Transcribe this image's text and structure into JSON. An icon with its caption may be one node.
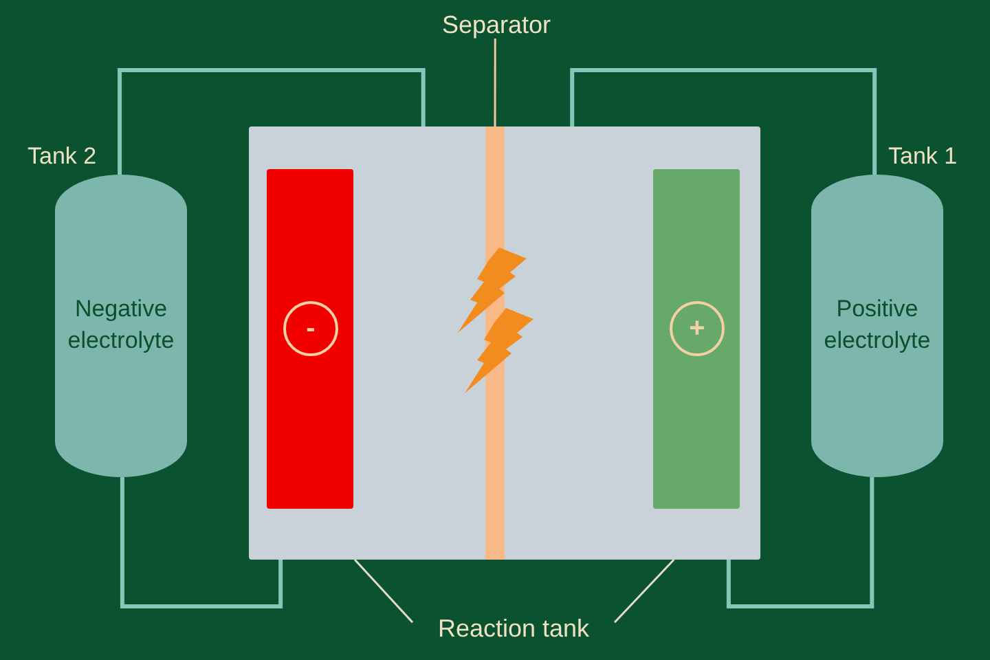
{
  "diagram": {
    "nodes": [
      {
        "text": [
          "Separator"
        ]
      },
      {
        "text": [
          "Negative electrolyte"
        ],
        "beside": [
          "Tank 2"
        ]
      },
      {
        "text": [],
        "shape": "box"
      },
      {
        "text": [],
        "shape": "box",
        "in": 2
      },
      {
        "text": [
          "-"
        ],
        "in": 3
      },
      {
        "text": [],
        "shape": "bar",
        "in": 2
      },
      {
        "text": [],
        "shape": "box",
        "in": 2
      },
      {
        "text": [
          "+"
        ],
        "in": 6
      },
      {
        "text": [
          "Positive electrolyte"
        ],
        "beside": [
          "Tank 1"
        ]
      },
      {
        "text": [
          "Reaction tank"
        ]
      }
    ],
    "edges": [
      {
        "from": 0,
        "to": 5,
        "arrow": "none",
        "color": "#f0c69c"
      },
      {
        "from": 1,
        "to": 2,
        "arrow": "none"
      },
      {
        "from": 1,
        "to": 2,
        "arrow": "none"
      },
      {
        "from": 8,
        "to": 2,
        "arrow": "none"
      },
      {
        "from": 8,
        "to": 2,
        "arrow": "none"
      },
      {
        "from": 9,
        "to": 2,
        "arrow": "none",
        "color": "#e4dcc8"
      },
      {
        "from": 9,
        "to": 2,
        "arrow": "none",
        "color": "#e4dcc8"
      }
    ]
  }
}
